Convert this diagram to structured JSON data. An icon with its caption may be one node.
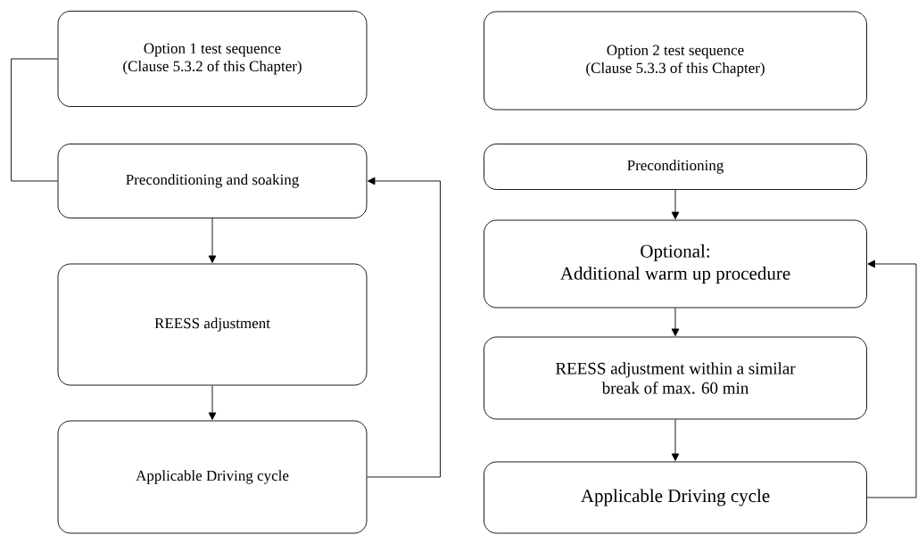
{
  "diagram": {
    "nodes": [
      {
        "text": [
          "Option 1 test sequence",
          "(Clause 5.3.2 of this Chapter)"
        ]
      },
      {
        "text": [
          "Preconditioning and soaking"
        ]
      },
      {
        "text": [
          "REESS adjustment"
        ]
      },
      {
        "text": [
          "Applicable Driving cycle"
        ]
      },
      {
        "text": [
          "Option 2 test sequence",
          "(Clause 5.3.3 of this Chapter)"
        ]
      },
      {
        "text": [
          "Preconditioning"
        ]
      },
      {
        "text": [
          "Optional:",
          "Additional warm up procedure"
        ]
      },
      {
        "text": [
          "REESS adjustment within a similar break of max. 60 min"
        ]
      },
      {
        "text": [
          "Applicable Driving cycle"
        ]
      }
    ],
    "edges": [
      {
        "from": 0,
        "to": 1,
        "arrow": "none"
      },
      {
        "from": 1,
        "to": 2,
        "arrow": "to"
      },
      {
        "from": 2,
        "to": 3,
        "arrow": "to"
      },
      {
        "from": 3,
        "to": 1,
        "arrow": "to"
      },
      {
        "from": 5,
        "to": 6,
        "arrow": "to"
      },
      {
        "from": 6,
        "to": 7,
        "arrow": "to"
      },
      {
        "from": 7,
        "to": 8,
        "arrow": "to"
      },
      {
        "from": 8,
        "to": 6,
        "arrow": "to"
      }
    ]
  }
}
